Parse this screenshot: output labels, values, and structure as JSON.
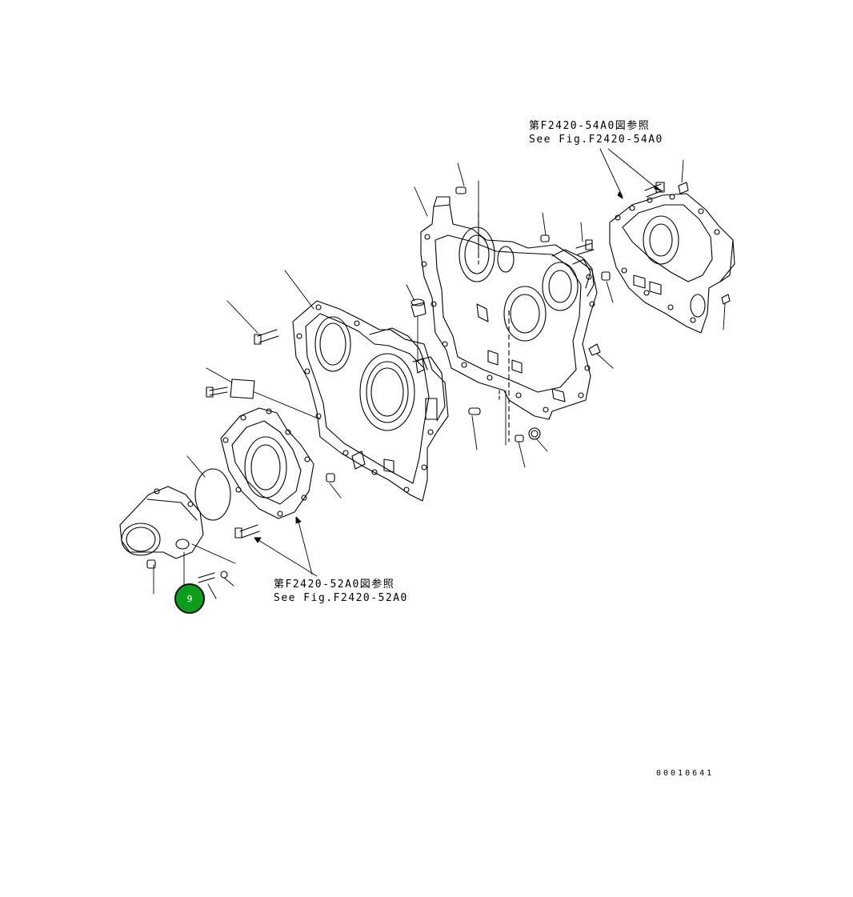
{
  "references": {
    "upper": {
      "jp": "第F2420-54A0図参照",
      "en": "See Fig.F2420-54A0"
    },
    "lower": {
      "jp": "第F2420-52A0図参照",
      "en": "See Fig.F2420-52A0"
    }
  },
  "callout": {
    "label": "9",
    "color": "#0a9e1a"
  },
  "drawing_number": "00010641"
}
